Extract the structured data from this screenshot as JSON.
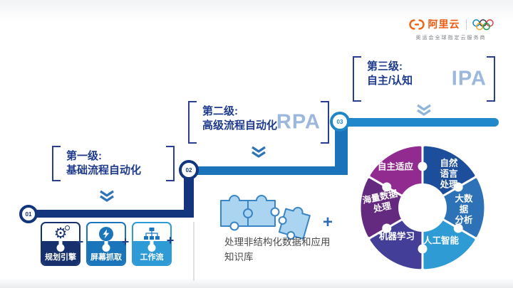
{
  "brand": {
    "logo_text": "阿里云",
    "tagline": "奥运会全球指定云服务商",
    "accent_color": "#ee5a13"
  },
  "levels": [
    {
      "id": "01",
      "title": "第一级:",
      "subtitle": "基础流程自动化",
      "acronym": "",
      "bar_color": "#12357e"
    },
    {
      "id": "02",
      "title": "第二级:",
      "subtitle": "高级流程自动化",
      "acronym": "RPA",
      "bar_color": "#1b73b9"
    },
    {
      "id": "03",
      "title": "第三级:",
      "subtitle": "自主/认知",
      "acronym": "IPA",
      "bar_color": "#2088cb"
    }
  ],
  "foundation": {
    "items": [
      {
        "label": "规划引擎",
        "icon": "gear-icon",
        "glyph": "⚙",
        "color": "#16316e"
      },
      {
        "label": "屏幕抓取",
        "icon": "bolt-circle-icon",
        "color": "#1b75bb"
      },
      {
        "label": "工作流",
        "icon": "workflow-icon",
        "color": "#2e9bd6"
      }
    ],
    "plus": "+"
  },
  "middle": {
    "icon": "puzzle-pieces-icon",
    "caption": "处理非结构化数据和应用\n知识库",
    "plus": "+"
  },
  "pie": {
    "type": "puzzle-wheel",
    "segments": [
      {
        "label": "自然\n语言\n处理",
        "color": "#1c4e9b"
      },
      {
        "label": "大数据\n分析",
        "color": "#2d72b7"
      },
      {
        "label": "人工智能",
        "color": "#2f9bd5"
      },
      {
        "label": "机器学习",
        "color": "#433e98"
      },
      {
        "label": "海量数据\n处理",
        "color": "#632a80"
      },
      {
        "label": "自主适应",
        "color": "#922b90"
      }
    ]
  }
}
